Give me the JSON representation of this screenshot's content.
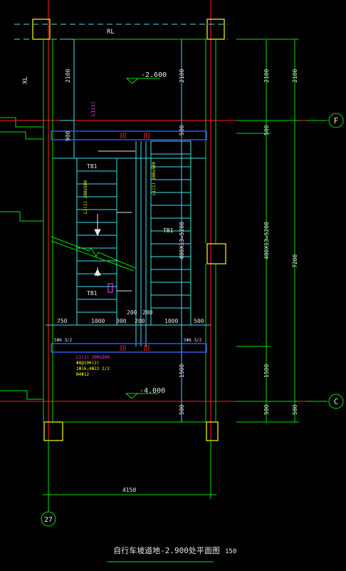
{
  "drawing": {
    "title": "自行车坡道地-2.900处平面图",
    "scale": "150"
  },
  "axes": {
    "f": "F",
    "c": "C",
    "n27": "27"
  },
  "levels": {
    "top": "-2.600",
    "bottom": "-4.000"
  },
  "dimensions": {
    "left_2100": "2100",
    "left_900": "900",
    "right_2100": "2100",
    "right_500_top": "500",
    "right_400x13": "400X13=5200",
    "right_1500": "1500",
    "right_500_bottom": "500",
    "far_2100": "2100",
    "far_500_top": "500",
    "far_400x13": "400X13=5200",
    "far_1500": "1500",
    "far_500_bottom": "500",
    "outer_2100": "2100",
    "outer_7200": "7200",
    "outer_500": "500",
    "bottom_4150": "4150",
    "row_750": "750",
    "row_1000a": "1000",
    "row_300": "300",
    "row_200a": "200",
    "row_1000b": "1000",
    "row_500": "500",
    "top_200a": "200",
    "top_200b": "200"
  },
  "labels": {
    "tb1_left": "TB1",
    "tb1_mid": "TB1",
    "tb1_right": "TB1",
    "xl": "XL",
    "rl": "RL",
    "l1": "L1(1)",
    "sub_l_left": "5Φ6 3/2",
    "sub_r_right": "5Φ6 3/2",
    "annot_bottom_1": "L1(1) 200x500",
    "annot_bottom_2": "Φ8@100(2)",
    "annot_bottom_3": "2Φ16;4Φ22 2/2",
    "annot_bottom_4": "N4Φ12",
    "annot_left_v": "L1(1) 200x500",
    "annot_right_v": "L1(1) 200x500"
  },
  "colors": {
    "background": "#000000",
    "red": "#ff2020",
    "green": "#00e000",
    "yellow": "#ffff00",
    "cyan": "#40e0f0",
    "blue": "#3060ff",
    "magenta": "#ff40ff",
    "white": "#e6e6e6"
  }
}
